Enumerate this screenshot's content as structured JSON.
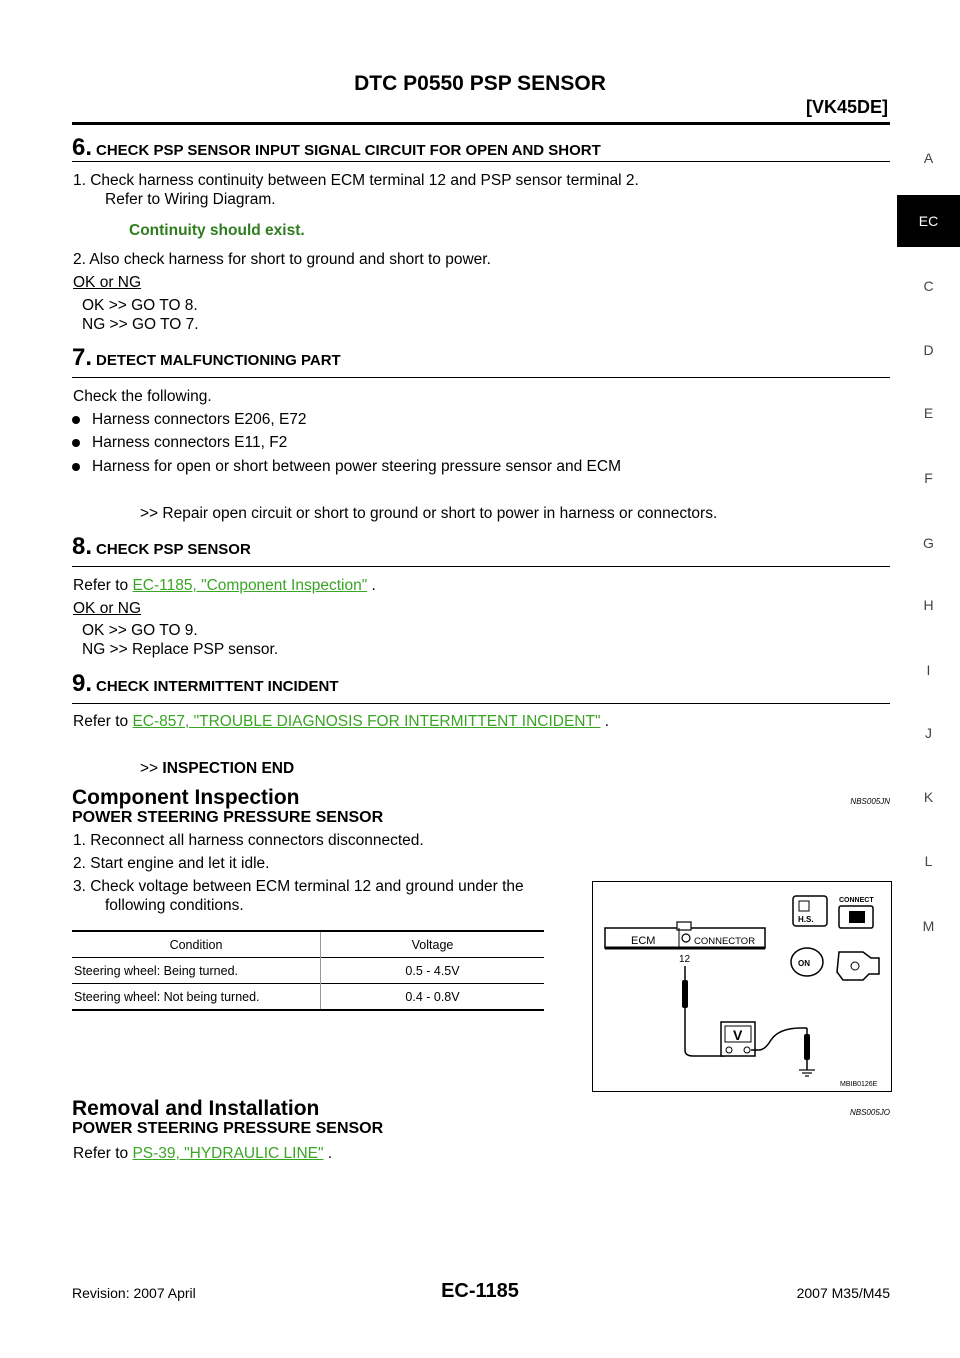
{
  "header": {
    "title": "DTC P0550 PSP SENSOR",
    "engine": "[VK45DE]"
  },
  "sidebar": {
    "letters_top": [
      "A"
    ],
    "active": "EC",
    "letters": [
      "C",
      "D",
      "E",
      "F",
      "G",
      "H",
      "I",
      "J",
      "K",
      "L",
      "M"
    ]
  },
  "step6": {
    "num": "6.",
    "title": "CHECK PSP SENSOR INPUT SIGNAL CIRCUIT FOR OPEN AND SHORT",
    "line1": "1.   Check harness continuity between ECM terminal 12 and PSP sensor terminal 2.",
    "line1b": "Refer to Wiring Diagram.",
    "spec": "Continuity should exist.",
    "line2": "2.   Also check harness for short to ground and short to power.",
    "okng": "OK or NG",
    "ok": "OK       >> GO TO 8.",
    "ng": "NG       >> GO TO 7."
  },
  "step7": {
    "num": "7.",
    "title": "DETECT MALFUNCTIONING PART",
    "intro": "Check the following.",
    "bullets": [
      "Harness connectors E206, E72",
      "Harness connectors E11, F2",
      "Harness for open or short between power steering pressure sensor and ECM"
    ],
    "action": ">> Repair open circuit or short to ground or short to power in harness or connectors."
  },
  "step8": {
    "num": "8.",
    "title": "CHECK PSP SENSOR",
    "refer": "Refer to ",
    "link": "EC-1185, \"Component Inspection\"",
    "end": " .",
    "okng": "OK or NG",
    "ok": "OK       >> GO TO 9.",
    "ng": "NG       >> Replace PSP sensor."
  },
  "step9": {
    "num": "9.",
    "title": "CHECK INTERMITTENT INCIDENT",
    "refer": "Refer to ",
    "link": "EC-857, \"TROUBLE DIAGNOSIS FOR INTERMITTENT INCIDENT\"",
    "end": " .",
    "action_prefix": ">> ",
    "action": "INSPECTION END"
  },
  "component": {
    "heading": "Component Inspection",
    "ref": "NBS005JN",
    "subheading": "POWER STEERING PRESSURE SENSOR",
    "s1": "1.   Reconnect all harness connectors disconnected.",
    "s2": "2.   Start engine and let it idle.",
    "s3a": "3.   Check voltage between ECM terminal 12 and ground under the",
    "s3b": "following conditions.",
    "table": {
      "headers": [
        "Condition",
        "Voltage"
      ],
      "rows": [
        [
          "Steering wheel: Being turned.",
          "0.5 - 4.5V"
        ],
        [
          "Steering wheel: Not being turned.",
          "0.4 - 0.8V"
        ]
      ]
    }
  },
  "figure": {
    "ecm": "ECM",
    "connector": "CONNECTOR",
    "terminal": "12",
    "meter": "V",
    "connect": "CONNECT",
    "hs": "H.S.",
    "on": "ON",
    "code": "MBIB0126E"
  },
  "removal": {
    "heading": "Removal and Installation",
    "ref": "NBS005JO",
    "subheading": "POWER STEERING PRESSURE SENSOR",
    "refer": "Refer to ",
    "link": "PS-39, \"HYDRAULIC LINE\"",
    "end": " ."
  },
  "footer": {
    "revision": "Revision: 2007 April",
    "page": "EC-1185",
    "model": "2007 M35/M45"
  }
}
